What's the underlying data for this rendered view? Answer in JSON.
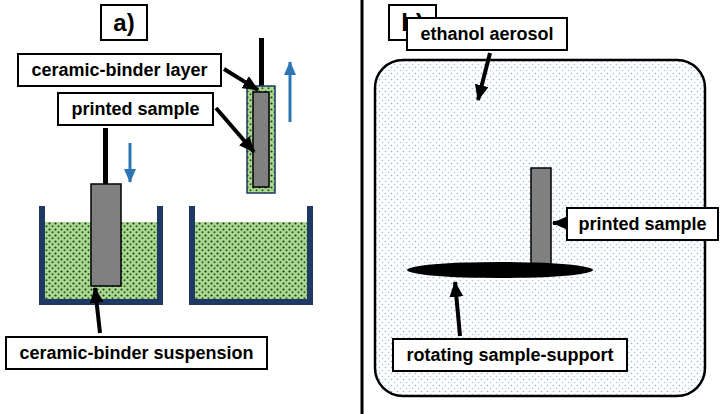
{
  "diagram": {
    "nodes": [
      {
        "text": [
          "a)"
        ]
      },
      {
        "text": [
          "ceramic-binder layer"
        ]
      },
      {
        "text": [
          "printed sample"
        ]
      },
      {
        "text": [
          "ceramic-binder suspension"
        ]
      },
      {
        "text": [
          "b)"
        ]
      },
      {
        "text": [
          "ethanol aerosol"
        ]
      },
      {
        "text": [
          "printed sample"
        ]
      },
      {
        "text": [
          "rotating sample-support"
        ]
      }
    ]
  }
}
